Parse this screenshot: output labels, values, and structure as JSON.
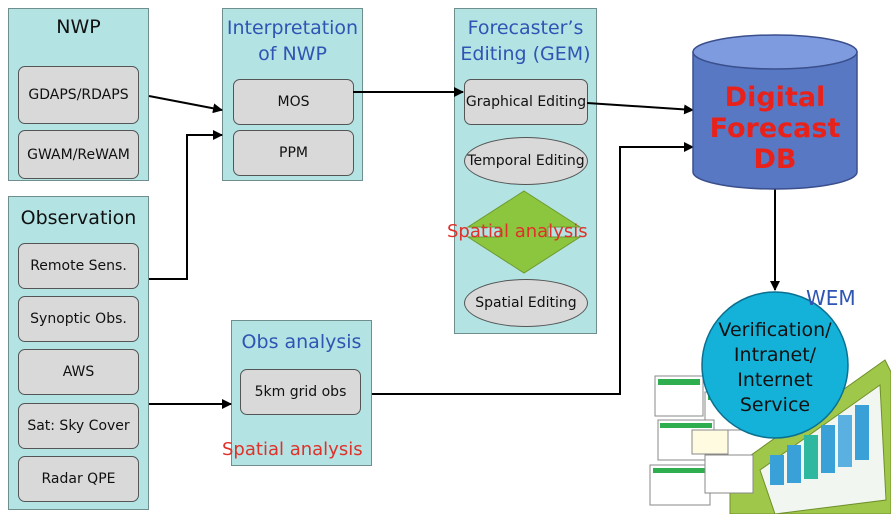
{
  "nwp": {
    "title": "NWP",
    "items": [
      "GDAPS/RDAPS",
      "GWAM/ReWAM"
    ]
  },
  "observation": {
    "title": "Observation",
    "items": [
      "Remote Sens.",
      "Synoptic Obs.",
      "AWS",
      "Sat: Sky Cover",
      "Radar QPE"
    ]
  },
  "interpretation": {
    "title_line1": "Interpretation",
    "title_line2": "of NWP",
    "items": [
      "MOS",
      "PPM"
    ]
  },
  "obs_analysis": {
    "title": "Obs analysis",
    "item": "5km grid obs",
    "note": "Spatial analysis"
  },
  "forecaster": {
    "title_line1": "Forecaster’s",
    "title_line2": "Editing (GEM)",
    "graphical": "Graphical Editing",
    "temporal": "Temporal Editing",
    "note": "Spatial analysis",
    "spatial": "Spatial Editing"
  },
  "database": {
    "line1": "Digital",
    "line2": "Forecast",
    "line3": "DB"
  },
  "wem": {
    "label": "WEM",
    "line1": "Verification/",
    "line2": "Intranet/",
    "line3": "Internet",
    "line4": "Service"
  },
  "colors": {
    "panel": "#b3e3e3",
    "box": "#d9d9d9",
    "title_blue": "#2f55b4",
    "red": "#e0302a",
    "db_fill": "#5878c4",
    "wem_circle": "#14b2d8",
    "green_arrow": "#8cc63f"
  }
}
